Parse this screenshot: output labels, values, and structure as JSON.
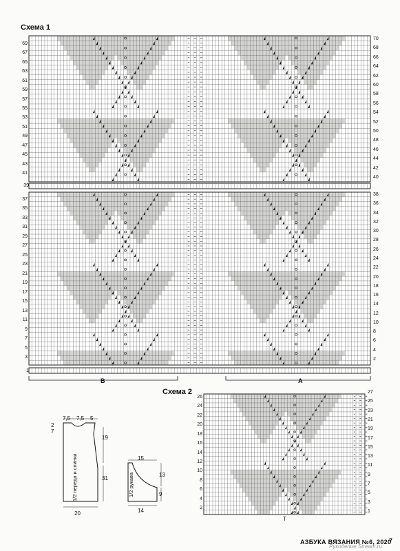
{
  "scheme1": {
    "title": "Схема 1",
    "rows_left_top": [
      "69",
      "67",
      "65",
      "63",
      "61",
      "59",
      "57",
      "55",
      "53",
      "51",
      "49",
      "47",
      "45",
      "43",
      "41"
    ],
    "rows_right_top": [
      "70",
      "68",
      "66",
      "64",
      "62",
      "60",
      "58",
      "56",
      "54",
      "52",
      "50",
      "48",
      "46",
      "44",
      "42",
      "40"
    ],
    "row_39": "39",
    "rows_left_bottom": [
      "37",
      "35",
      "33",
      "31",
      "29",
      "27",
      "25",
      "23",
      "21",
      "19",
      "17",
      "15",
      "13",
      "11",
      "9",
      "7",
      "5",
      "3"
    ],
    "rows_right_bottom": [
      "38",
      "36",
      "34",
      "32",
      "30",
      "28",
      "26",
      "24",
      "22",
      "20",
      "18",
      "16",
      "14",
      "12",
      "10",
      "8",
      "6",
      "4",
      "2"
    ],
    "row_1": "1",
    "label_b": "B",
    "label_a": "A"
  },
  "scheme2": {
    "title": "Схема 2",
    "rows_left": [
      "26",
      "24",
      "22",
      "20",
      "18",
      "16",
      "14",
      "12",
      "10",
      "8",
      "6",
      "4",
      "2"
    ],
    "rows_right": [
      "27",
      "25",
      "23",
      "21",
      "19",
      "17",
      "15",
      "13",
      "11",
      "9",
      "7",
      "5",
      "3",
      "1"
    ],
    "center_mark": "T"
  },
  "pattern_front": {
    "vertical_label": "1/2 переда и спинки",
    "dims": [
      "7,5",
      "7,5",
      "5",
      "2",
      "7",
      "19",
      "31",
      "20"
    ]
  },
  "pattern_sleeve": {
    "vertical_label": "1/2 рукава",
    "dims": [
      "15",
      "13",
      "9",
      "14"
    ]
  },
  "footer": {
    "magazine": "АЗБУКА ВЯЗАНИЯ №6, 2020",
    "page": "7"
  },
  "watermark": "Рукоделие Stream.ru",
  "colors": {
    "grid": "#555555",
    "shade": "#d4d4d2",
    "ink": "#111111"
  }
}
